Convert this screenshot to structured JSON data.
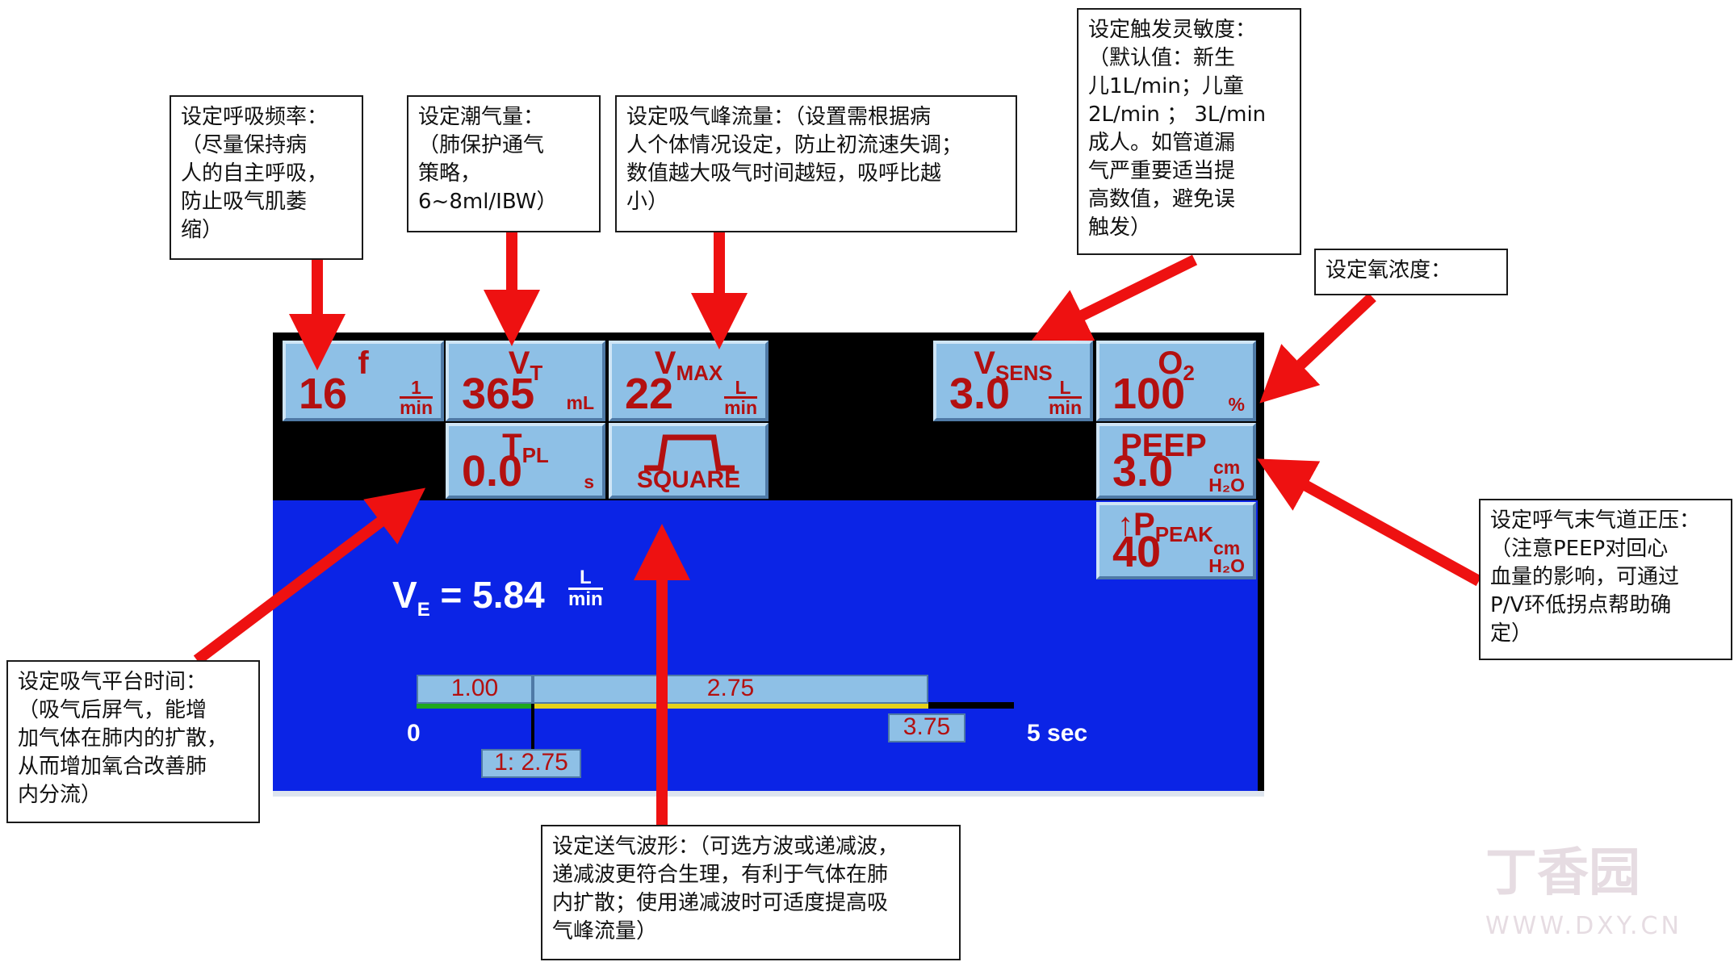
{
  "tiles": {
    "f": {
      "name": "f",
      "value": "16",
      "unit_top": "1",
      "unit_bottom": "min"
    },
    "vt": {
      "name": "V",
      "sub": "T",
      "value": "365",
      "unit": "mL"
    },
    "vmax": {
      "name": "V",
      "sub": "MAX",
      "value": "22",
      "unit_top": "L",
      "unit_bottom": "min"
    },
    "vsens": {
      "name": "V",
      "sub": "SENS",
      "value": "3.0",
      "unit_top": "L",
      "unit_bottom": "min"
    },
    "o2": {
      "name": "O",
      "sub": "2",
      "value": "100",
      "unit": "%"
    },
    "tpl": {
      "name": "T",
      "sub": "PL",
      "value": "0.0",
      "unit": "s"
    },
    "waveform": {
      "label": "SQUARE"
    },
    "peep": {
      "name": "PEEP",
      "value": "3.0",
      "unit_top": "cm",
      "unit_bottom": "H₂O"
    },
    "ppeak": {
      "name": "↑P",
      "sub": "PEAK",
      "value": "40",
      "unit_top": "cm",
      "unit_bottom": "H₂O"
    }
  },
  "ve": {
    "label": "V",
    "sub": "E",
    "equals": "= 5.84",
    "unit_top": "L",
    "unit_bottom": "min"
  },
  "timing": {
    "inspiration": "1.00",
    "expiration": "2.75",
    "total": "3.75",
    "ratio": "1: 2.75",
    "axis_start": "0",
    "axis_end": "5 sec"
  },
  "callouts": {
    "f": "设定呼吸频率：\n（尽量保持病\n人的自主呼吸，\n防止吸气肌萎\n缩）",
    "vt": "设定潮气量：\n（肺保护通气\n策略，\n6~8ml/IBW）",
    "vmax": "设定吸气峰流量：（设置需根据病\n人个体情况设定，防止初流速失调；\n数值越大吸气时间越短，吸呼比越\n小）",
    "vsens": "设定触发灵敏度：\n（默认值：新生\n儿1L/min；儿童\n2L/min ； 3L/min\n成人。如管道漏\n气严重要适当提\n高数值，避免误\n触发）",
    "o2": "设定氧浓度：",
    "peep": "设定呼气末气道正压：\n（注意PEEP对回心\n血量的影响，可通过\nP/V环低拐点帮助确\n定）",
    "tpl": "设定吸气平台时间：\n（吸气后屏气，能增\n加气体在肺内的扩散，\n从而增加氧合改善肺\n内分流）",
    "waveform": "设定送气波形：（可选方波或递减波，\n递减波更符合生理，有利于气体在肺\n内扩散；使用递减波时可适度提高吸\n气峰流量）"
  },
  "watermark": {
    "logo": "丁香园",
    "url": "WWW.DXY.CN"
  },
  "colors": {
    "panel_blue": "#0b24e6",
    "tile": "#8ec0e6",
    "value_red": "#b31010",
    "arrow_red": "#ee1111"
  }
}
